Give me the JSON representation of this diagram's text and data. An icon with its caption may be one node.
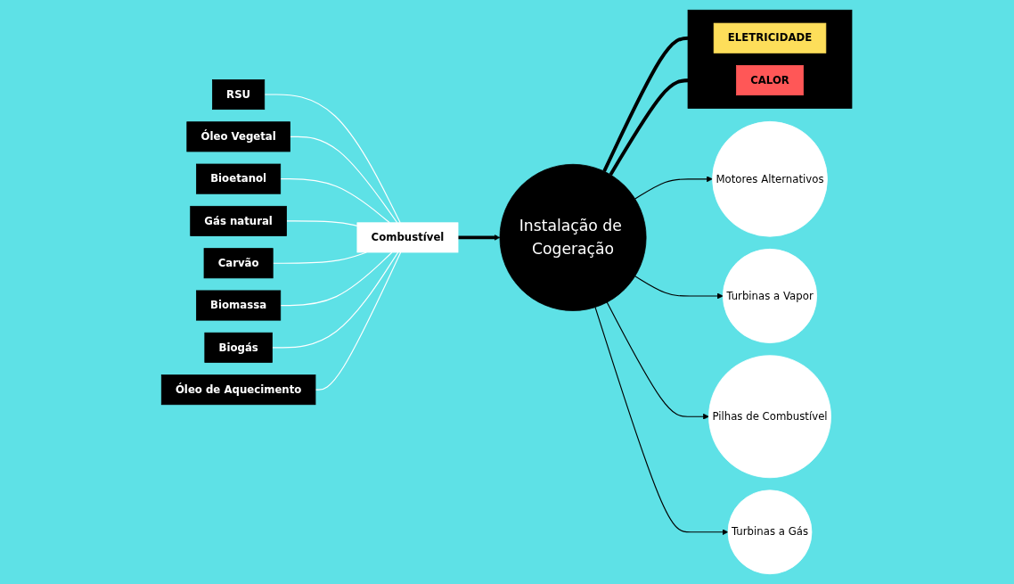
{
  "diagram": {
    "nodes": [
      {
        "text": [
          "RSU"
        ]
      },
      {
        "text": [
          "Óleo Vegetal"
        ]
      },
      {
        "text": [
          "Bioetanol"
        ]
      },
      {
        "text": [
          "Gás natural"
        ]
      },
      {
        "text": [
          "Carvão"
        ]
      },
      {
        "text": [
          "Biomassa"
        ]
      },
      {
        "text": [
          "Biogás"
        ]
      },
      {
        "text": [
          "Óleo de Aquecimento"
        ]
      },
      {
        "text": [
          "Combustível"
        ]
      },
      {
        "text": [
          "Instalação de Cogeração"
        ]
      },
      {
        "text": [
          "Motores Alternativos"
        ]
      },
      {
        "text": [
          "Turbinas a Vapor"
        ]
      },
      {
        "text": [
          "Pilhas de Combustível"
        ]
      },
      {
        "text": [
          "Turbinas a Gás"
        ]
      },
      {
        "text": [],
        "shape": "box"
      },
      {
        "text": [
          "ELETRICIDADE"
        ],
        "in": 14
      },
      {
        "text": [
          "CALOR"
        ],
        "in": 14
      }
    ],
    "edges": [
      {
        "from": 0,
        "to": 8,
        "arrow": "none"
      },
      {
        "from": 1,
        "to": 8,
        "arrow": "none"
      },
      {
        "from": 2,
        "to": 8,
        "arrow": "none"
      },
      {
        "from": 3,
        "to": 8,
        "arrow": "none"
      },
      {
        "from": 4,
        "to": 8,
        "arrow": "none"
      },
      {
        "from": 5,
        "to": 8,
        "arrow": "none"
      },
      {
        "from": 6,
        "to": 8,
        "arrow": "none"
      },
      {
        "from": 7,
        "to": 8,
        "arrow": "none"
      },
      {
        "from": 8,
        "to": 9,
        "arrow": "to",
        "style": "thick",
        "color": "#000000"
      },
      {
        "from": 9,
        "to": 10,
        "arrow": "to",
        "color": "#000000"
      },
      {
        "from": 9,
        "to": 11,
        "arrow": "to",
        "color": "#000000"
      },
      {
        "from": 9,
        "to": 12,
        "arrow": "to",
        "color": "#000000"
      },
      {
        "from": 9,
        "to": 13,
        "arrow": "to",
        "color": "#000000"
      },
      {
        "from": 9,
        "to": 15,
        "arrow": "to",
        "style": "thick",
        "color": "#000000"
      },
      {
        "from": 9,
        "to": 16,
        "arrow": "to",
        "style": "thick",
        "color": "#000000"
      }
    ]
  }
}
